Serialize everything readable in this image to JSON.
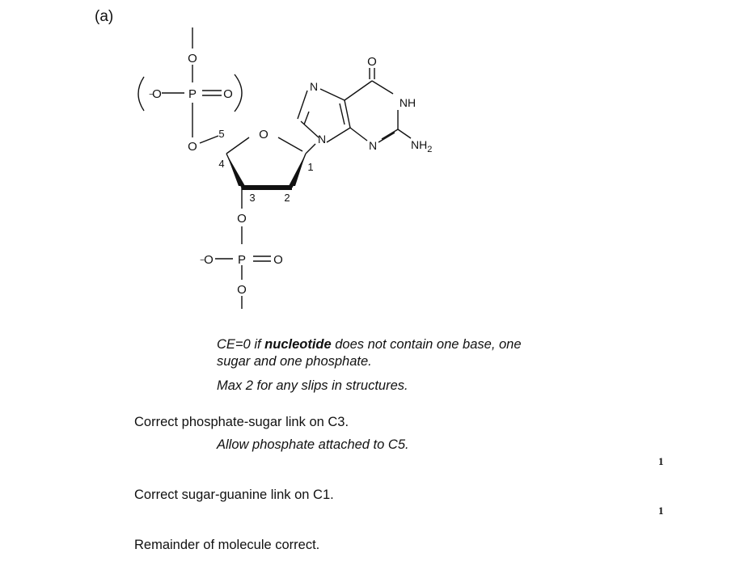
{
  "question": {
    "part_label": "(a)"
  },
  "structure": {
    "atoms": {
      "o_top": "O",
      "o_minus_upper": "O",
      "p_upper": "P",
      "o_double_upper": "O",
      "o5": "O",
      "o_ring": "O",
      "o3": "O",
      "o_minus_lower": "O",
      "p_lower": "P",
      "o_double_lower": "O",
      "o_bottom": "O",
      "n7": "N",
      "n9": "N",
      "n3": "N",
      "nh": "NH",
      "nh2_main": "NH",
      "nh2_sub": "2",
      "o_carbonyl": "O"
    },
    "minus_sign": "−",
    "carbon_numbers": {
      "c1": "1",
      "c2": "2",
      "c3": "3",
      "c4": "4",
      "c5": "5"
    }
  },
  "notes": {
    "ce_prefix": "CE=0 if ",
    "ce_bold": "nucleotide",
    "ce_line1_rest": " does not contain one base, one",
    "ce_line2": "sugar and one phosphate.",
    "max_slips": "Max 2 for any slips in structures."
  },
  "marking_points": [
    {
      "text": "Correct phosphate-sugar link on C3.",
      "allowance": "Allow phosphate attached to C5.",
      "mark": "1"
    },
    {
      "text": "Correct sugar-guanine link on C1.",
      "mark": "1"
    },
    {
      "text": "Remainder of molecule correct."
    }
  ]
}
